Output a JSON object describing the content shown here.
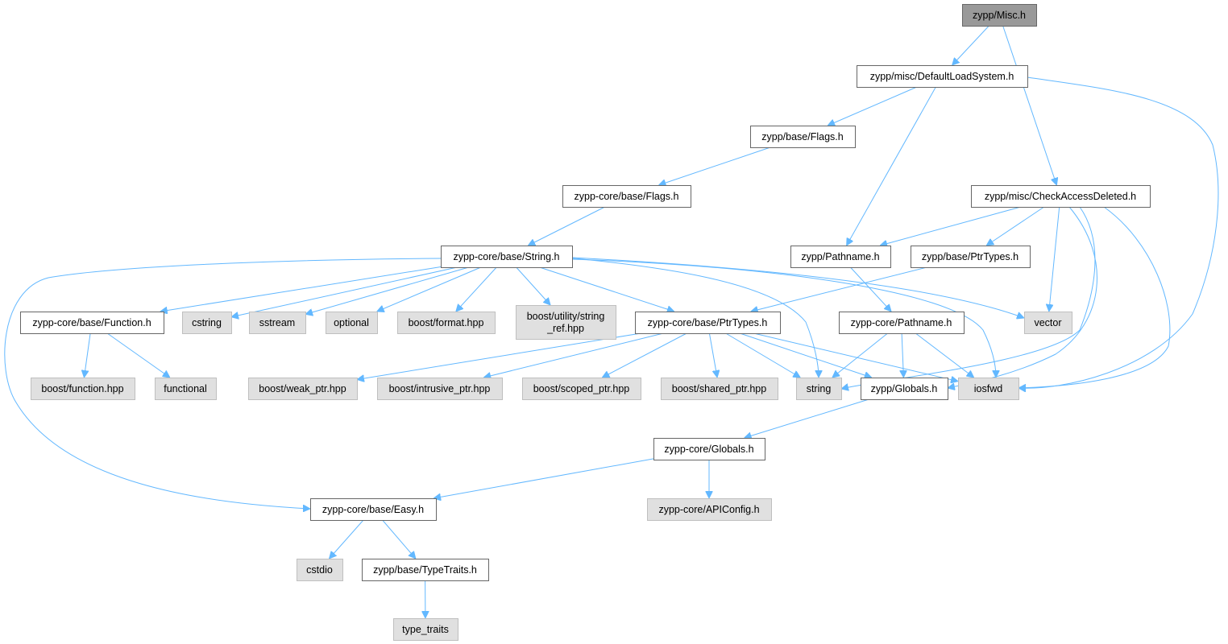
{
  "colors": {
    "edge": "#63b8ff",
    "root_fill": "#999999",
    "root_stroke": "#666666",
    "doc_fill": "#ffffff",
    "doc_stroke": "#666666",
    "ext_fill": "#e0e0e0",
    "ext_stroke": "#bfbfbf"
  },
  "nodes": {
    "misc": {
      "label": "zypp/Misc.h",
      "kind": "root"
    },
    "dls": {
      "label": "zypp/misc/DefaultLoadSystem.h",
      "kind": "doc"
    },
    "flags": {
      "label": "zypp/base/Flags.h",
      "kind": "doc"
    },
    "cflags": {
      "label": "zypp-core/base/Flags.h",
      "kind": "doc"
    },
    "cad": {
      "label": "zypp/misc/CheckAccessDeleted.h",
      "kind": "doc"
    },
    "string": {
      "label": "zypp-core/base/String.h",
      "kind": "doc"
    },
    "pathname": {
      "label": "zypp/Pathname.h",
      "kind": "doc"
    },
    "ptr": {
      "label": "zypp/base/PtrTypes.h",
      "kind": "doc"
    },
    "function": {
      "label": "zypp-core/base/Function.h",
      "kind": "doc"
    },
    "cstring": {
      "label": "cstring",
      "kind": "ext"
    },
    "sstream": {
      "label": "sstream",
      "kind": "ext"
    },
    "optional": {
      "label": "optional",
      "kind": "ext"
    },
    "bformat": {
      "label": "boost/format.hpp",
      "kind": "ext"
    },
    "bstrref": {
      "label": [
        "boost/utility/string",
        "_ref.hpp"
      ],
      "kind": "ext"
    },
    "cptr": {
      "label": "zypp-core/base/PtrTypes.h",
      "kind": "doc"
    },
    "cpathname": {
      "label": "zypp-core/Pathname.h",
      "kind": "doc"
    },
    "vector": {
      "label": "vector",
      "kind": "ext"
    },
    "bfunction": {
      "label": "boost/function.hpp",
      "kind": "ext"
    },
    "functional": {
      "label": "functional",
      "kind": "ext"
    },
    "bweak": {
      "label": "boost/weak_ptr.hpp",
      "kind": "ext"
    },
    "bintr": {
      "label": "boost/intrusive_ptr.hpp",
      "kind": "ext"
    },
    "bscoped": {
      "label": "boost/scoped_ptr.hpp",
      "kind": "ext"
    },
    "bshared": {
      "label": "boost/shared_ptr.hpp",
      "kind": "ext"
    },
    "stdstring": {
      "label": "string",
      "kind": "ext"
    },
    "globals": {
      "label": "zypp/Globals.h",
      "kind": "doc"
    },
    "iosfwd": {
      "label": "iosfwd",
      "kind": "ext"
    },
    "cglobals": {
      "label": "zypp-core/Globals.h",
      "kind": "doc"
    },
    "easy": {
      "label": "zypp-core/base/Easy.h",
      "kind": "doc"
    },
    "apiconfig": {
      "label": "zypp-core/APIConfig.h",
      "kind": "ext"
    },
    "cstdio": {
      "label": "cstdio",
      "kind": "ext"
    },
    "typetraits": {
      "label": "zypp/base/TypeTraits.h",
      "kind": "doc"
    },
    "type_traits": {
      "label": "type_traits",
      "kind": "ext"
    }
  },
  "edges": [
    [
      "misc",
      "dls"
    ],
    [
      "misc",
      "cad"
    ],
    [
      "dls",
      "flags"
    ],
    [
      "dls",
      "pathname"
    ],
    [
      "dls",
      "iosfwd"
    ],
    [
      "flags",
      "cflags"
    ],
    [
      "cflags",
      "string"
    ],
    [
      "cad",
      "pathname"
    ],
    [
      "cad",
      "ptr"
    ],
    [
      "cad",
      "vector"
    ],
    [
      "cad",
      "iosfwd"
    ],
    [
      "cad",
      "stdstring"
    ],
    [
      "cad",
      "globals"
    ],
    [
      "string",
      "function"
    ],
    [
      "string",
      "cstring"
    ],
    [
      "string",
      "sstream"
    ],
    [
      "string",
      "optional"
    ],
    [
      "string",
      "bformat"
    ],
    [
      "string",
      "bstrref"
    ],
    [
      "string",
      "cptr"
    ],
    [
      "string",
      "stdstring"
    ],
    [
      "string",
      "vector"
    ],
    [
      "string",
      "iosfwd"
    ],
    [
      "string",
      "easy"
    ],
    [
      "pathname",
      "cpathname"
    ],
    [
      "ptr",
      "cptr"
    ],
    [
      "function",
      "bfunction"
    ],
    [
      "function",
      "functional"
    ],
    [
      "cptr",
      "bweak"
    ],
    [
      "cptr",
      "bintr"
    ],
    [
      "cptr",
      "bscoped"
    ],
    [
      "cptr",
      "bshared"
    ],
    [
      "cptr",
      "stdstring"
    ],
    [
      "cptr",
      "globals"
    ],
    [
      "cptr",
      "iosfwd"
    ],
    [
      "cpathname",
      "stdstring"
    ],
    [
      "cpathname",
      "globals"
    ],
    [
      "cpathname",
      "iosfwd"
    ],
    [
      "globals",
      "cglobals"
    ],
    [
      "cglobals",
      "easy"
    ],
    [
      "cglobals",
      "apiconfig"
    ],
    [
      "easy",
      "cstdio"
    ],
    [
      "easy",
      "typetraits"
    ],
    [
      "typetraits",
      "type_traits"
    ]
  ]
}
